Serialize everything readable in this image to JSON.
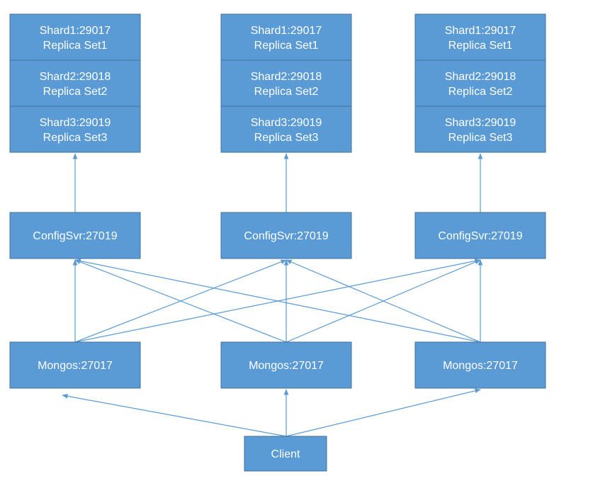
{
  "colors": {
    "box_fill": "#5b9bd5",
    "box_border": "#41719c",
    "box_text": "#ffffff",
    "edge": "#5b9bd5",
    "background": "#ffffff"
  },
  "shard_groups": [
    {
      "shards": [
        {
          "line1": "Shard1:29017",
          "line2": "Replica Set1"
        },
        {
          "line1": "Shard2:29018",
          "line2": "Replica Set2"
        },
        {
          "line1": "Shard3:29019",
          "line2": "Replica Set3"
        }
      ]
    },
    {
      "shards": [
        {
          "line1": "Shard1:29017",
          "line2": "Replica Set1"
        },
        {
          "line1": "Shard2:29018",
          "line2": "Replica Set2"
        },
        {
          "line1": "Shard3:29019",
          "line2": "Replica Set3"
        }
      ]
    },
    {
      "shards": [
        {
          "line1": "Shard1:29017",
          "line2": "Replica Set1"
        },
        {
          "line1": "Shard2:29018",
          "line2": "Replica Set2"
        },
        {
          "line1": "Shard3:29019",
          "line2": "Replica Set3"
        }
      ]
    }
  ],
  "config_servers": [
    {
      "label": "ConfigSvr:27019"
    },
    {
      "label": "ConfigSvr:27019"
    },
    {
      "label": "ConfigSvr:27019"
    }
  ],
  "mongos": [
    {
      "label": "Mongos:27017"
    },
    {
      "label": "Mongos:27017"
    },
    {
      "label": "Mongos:27017"
    }
  ],
  "client": {
    "label": "Client"
  },
  "edges": [
    {
      "from": "config-1",
      "to": "shard-group-1"
    },
    {
      "from": "config-2",
      "to": "shard-group-2"
    },
    {
      "from": "config-3",
      "to": "shard-group-3"
    },
    {
      "from": "mongos-1",
      "to": "config-1"
    },
    {
      "from": "mongos-1",
      "to": "config-2"
    },
    {
      "from": "mongos-1",
      "to": "config-3"
    },
    {
      "from": "mongos-2",
      "to": "config-1"
    },
    {
      "from": "mongos-2",
      "to": "config-2"
    },
    {
      "from": "mongos-2",
      "to": "config-3"
    },
    {
      "from": "mongos-3",
      "to": "config-1"
    },
    {
      "from": "mongos-3",
      "to": "config-2"
    },
    {
      "from": "mongos-3",
      "to": "config-3"
    },
    {
      "from": "client",
      "to": "mongos-1"
    },
    {
      "from": "client",
      "to": "mongos-2"
    },
    {
      "from": "client",
      "to": "mongos-3"
    }
  ]
}
